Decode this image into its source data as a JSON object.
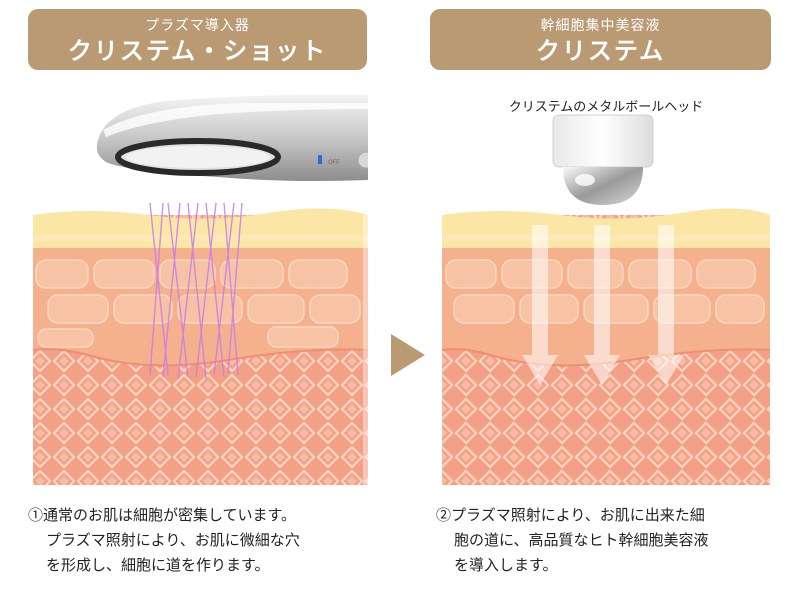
{
  "left": {
    "badge": {
      "subtitle": "プラズマ導入器",
      "title": "クリステム・ショット"
    },
    "device_button_text": "OFF",
    "caption": {
      "line1": "①通常のお肌は細胞が密集しています。",
      "line2": "プラズマ照射により、お肌に微細な穴",
      "line3": "を形成し、細胞に道を作ります。"
    }
  },
  "right": {
    "badge": {
      "subtitle": "幹細胞集中美容液",
      "title": "クリステム"
    },
    "head_label": "クリステムのメタルボールヘッド",
    "caption": {
      "line1": "②プラズマ照射により、お肌に出来た細",
      "line2": "胞の道に、高品質なヒト幹細胞美容液",
      "line3": "を導入します。"
    }
  },
  "colors": {
    "badge": "#b99a72",
    "skin_top": "#fbe6a6",
    "skin_mid": "#f5b08e",
    "dermis": "#f3a186",
    "plasma": "#c77ee8",
    "arrow_icon": "#b99a72"
  },
  "icons": [
    "plasma-device-icon",
    "metal-ball-head-icon",
    "next-arrow-icon",
    "serum-arrow-icon"
  ]
}
